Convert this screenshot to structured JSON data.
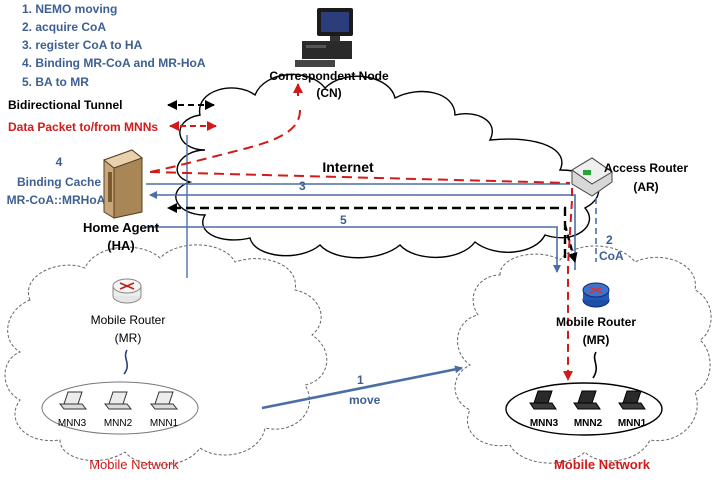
{
  "steps": {
    "items": [
      "1. NEMO moving",
      "2. acquire CoA",
      "3. register CoA to HA",
      "4. Binding MR-CoA and MR-HoA",
      "5. BA to MR"
    ],
    "color": "#3d5f92"
  },
  "legend": {
    "tunnel": "Bidirectional Tunnel",
    "data_packet": "Data Packet to/from MNNs"
  },
  "nodes": {
    "correspondent": {
      "name": "Correspondent Node",
      "abbr": "(CN)"
    },
    "internet": "Internet",
    "access_router": {
      "name": "Access Router",
      "abbr": "(AR)"
    },
    "home_agent": {
      "name": "Home Agent",
      "abbr": "(HA)"
    },
    "binding_cache": {
      "step": "4",
      "title": "Binding Cache",
      "entry": "MR-CoA::MRHoA"
    },
    "mr_home": {
      "name": "Mobile Router",
      "abbr": "(MR)"
    },
    "mr_foreign": {
      "name": "Mobile Router",
      "abbr": "(MR)"
    }
  },
  "mnn_home": [
    "MNN3",
    "MNN2",
    "MNN1"
  ],
  "mnn_foreign": [
    "MNN3",
    "MNN2",
    "MNN1"
  ],
  "networks": {
    "home": "Mobile Network",
    "foreign": "Mobile Network"
  },
  "arrows": {
    "register": "3",
    "ba": "5",
    "coa_step": "2",
    "coa_label": "CoA",
    "move_step": "1",
    "move_label": "move"
  },
  "colors": {
    "blue": "#3d5f92",
    "red": "#d11a1a",
    "black": "#000000",
    "line_blue": "#4a6fa5"
  }
}
